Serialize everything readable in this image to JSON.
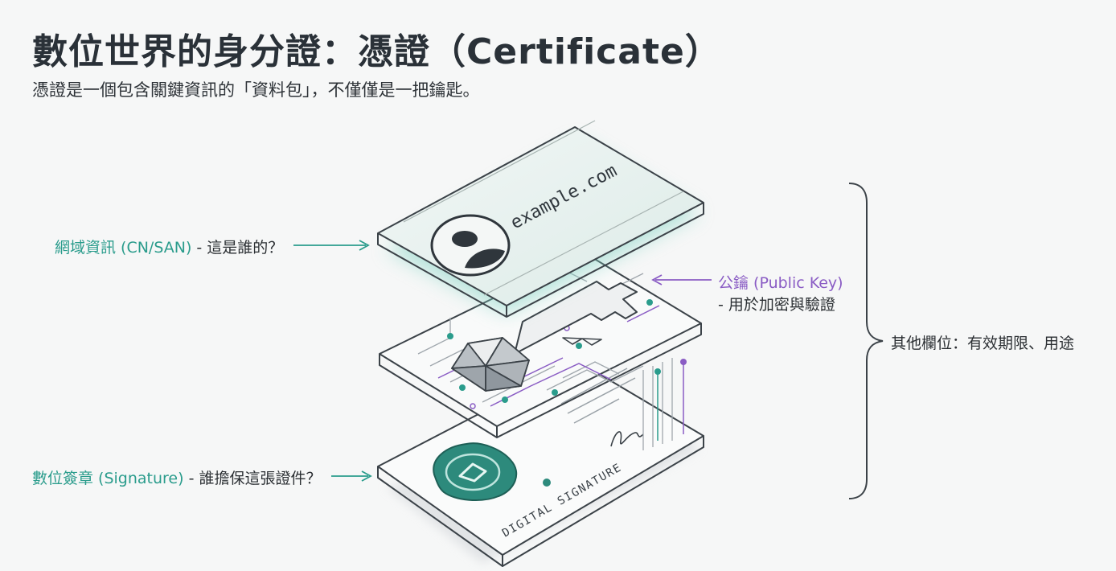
{
  "header": {
    "title": "數位世界的身分證：憑證（Certificate）",
    "subtitle": "憑證是一個包含關鍵資訊的「資料包」，不僅僅是一把鑰匙。"
  },
  "cards": {
    "top_domain_text": "example.com",
    "bottom_stamp_text": "DIGITAL SIGNATURE"
  },
  "callouts": {
    "domain": {
      "term": "網域資訊 (CN/SAN)",
      "desc": " - 這是誰的？"
    },
    "public_key": {
      "term": "公鑰 (Public Key)",
      "desc": "- 用於加密與驗證"
    },
    "signature": {
      "term": "數位簽章 (Signature)",
      "desc": " - 誰擔保這張證件？"
    },
    "other_fields": "其他欄位：有效期限、用途"
  },
  "colors": {
    "teal": "#2a9c8c",
    "purple": "#8a5cc4",
    "dark": "#2b2f33",
    "card_top": "#e6f2ef",
    "seal": "#2d8a7c"
  },
  "icons": [
    "user-avatar-icon",
    "key-icon",
    "polyhedron-icon",
    "wax-seal-icon",
    "signature-scribble-icon",
    "curly-brace-icon"
  ]
}
